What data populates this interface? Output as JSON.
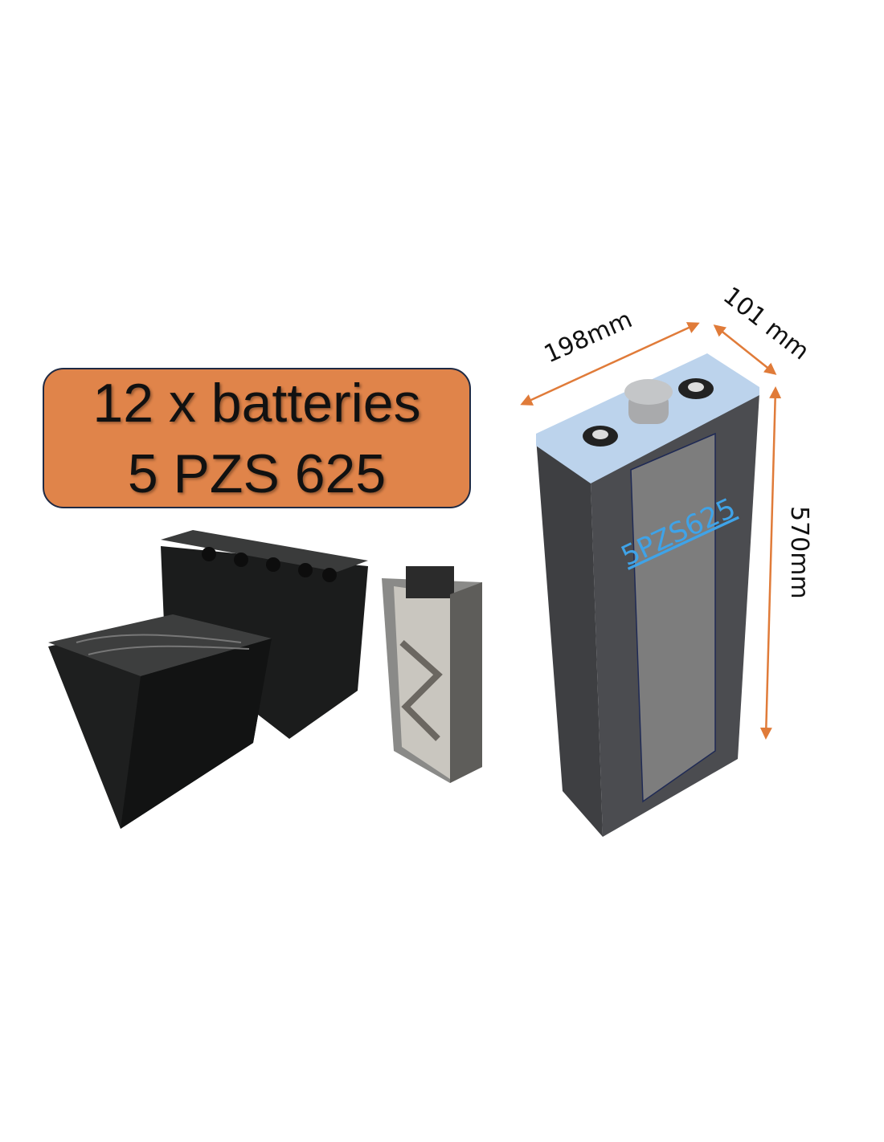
{
  "headline": {
    "line1": "12 x batteries",
    "line2": "5 PZS 625"
  },
  "cell": {
    "label": "5PZS625",
    "dimensions": {
      "width": "198mm",
      "depth": "101 mm",
      "height": "570mm"
    }
  },
  "colors": {
    "accent": "#e0844a",
    "arrow": "#e07b39",
    "label": "#3fa3e8",
    "lid": "#bcd3ec"
  }
}
